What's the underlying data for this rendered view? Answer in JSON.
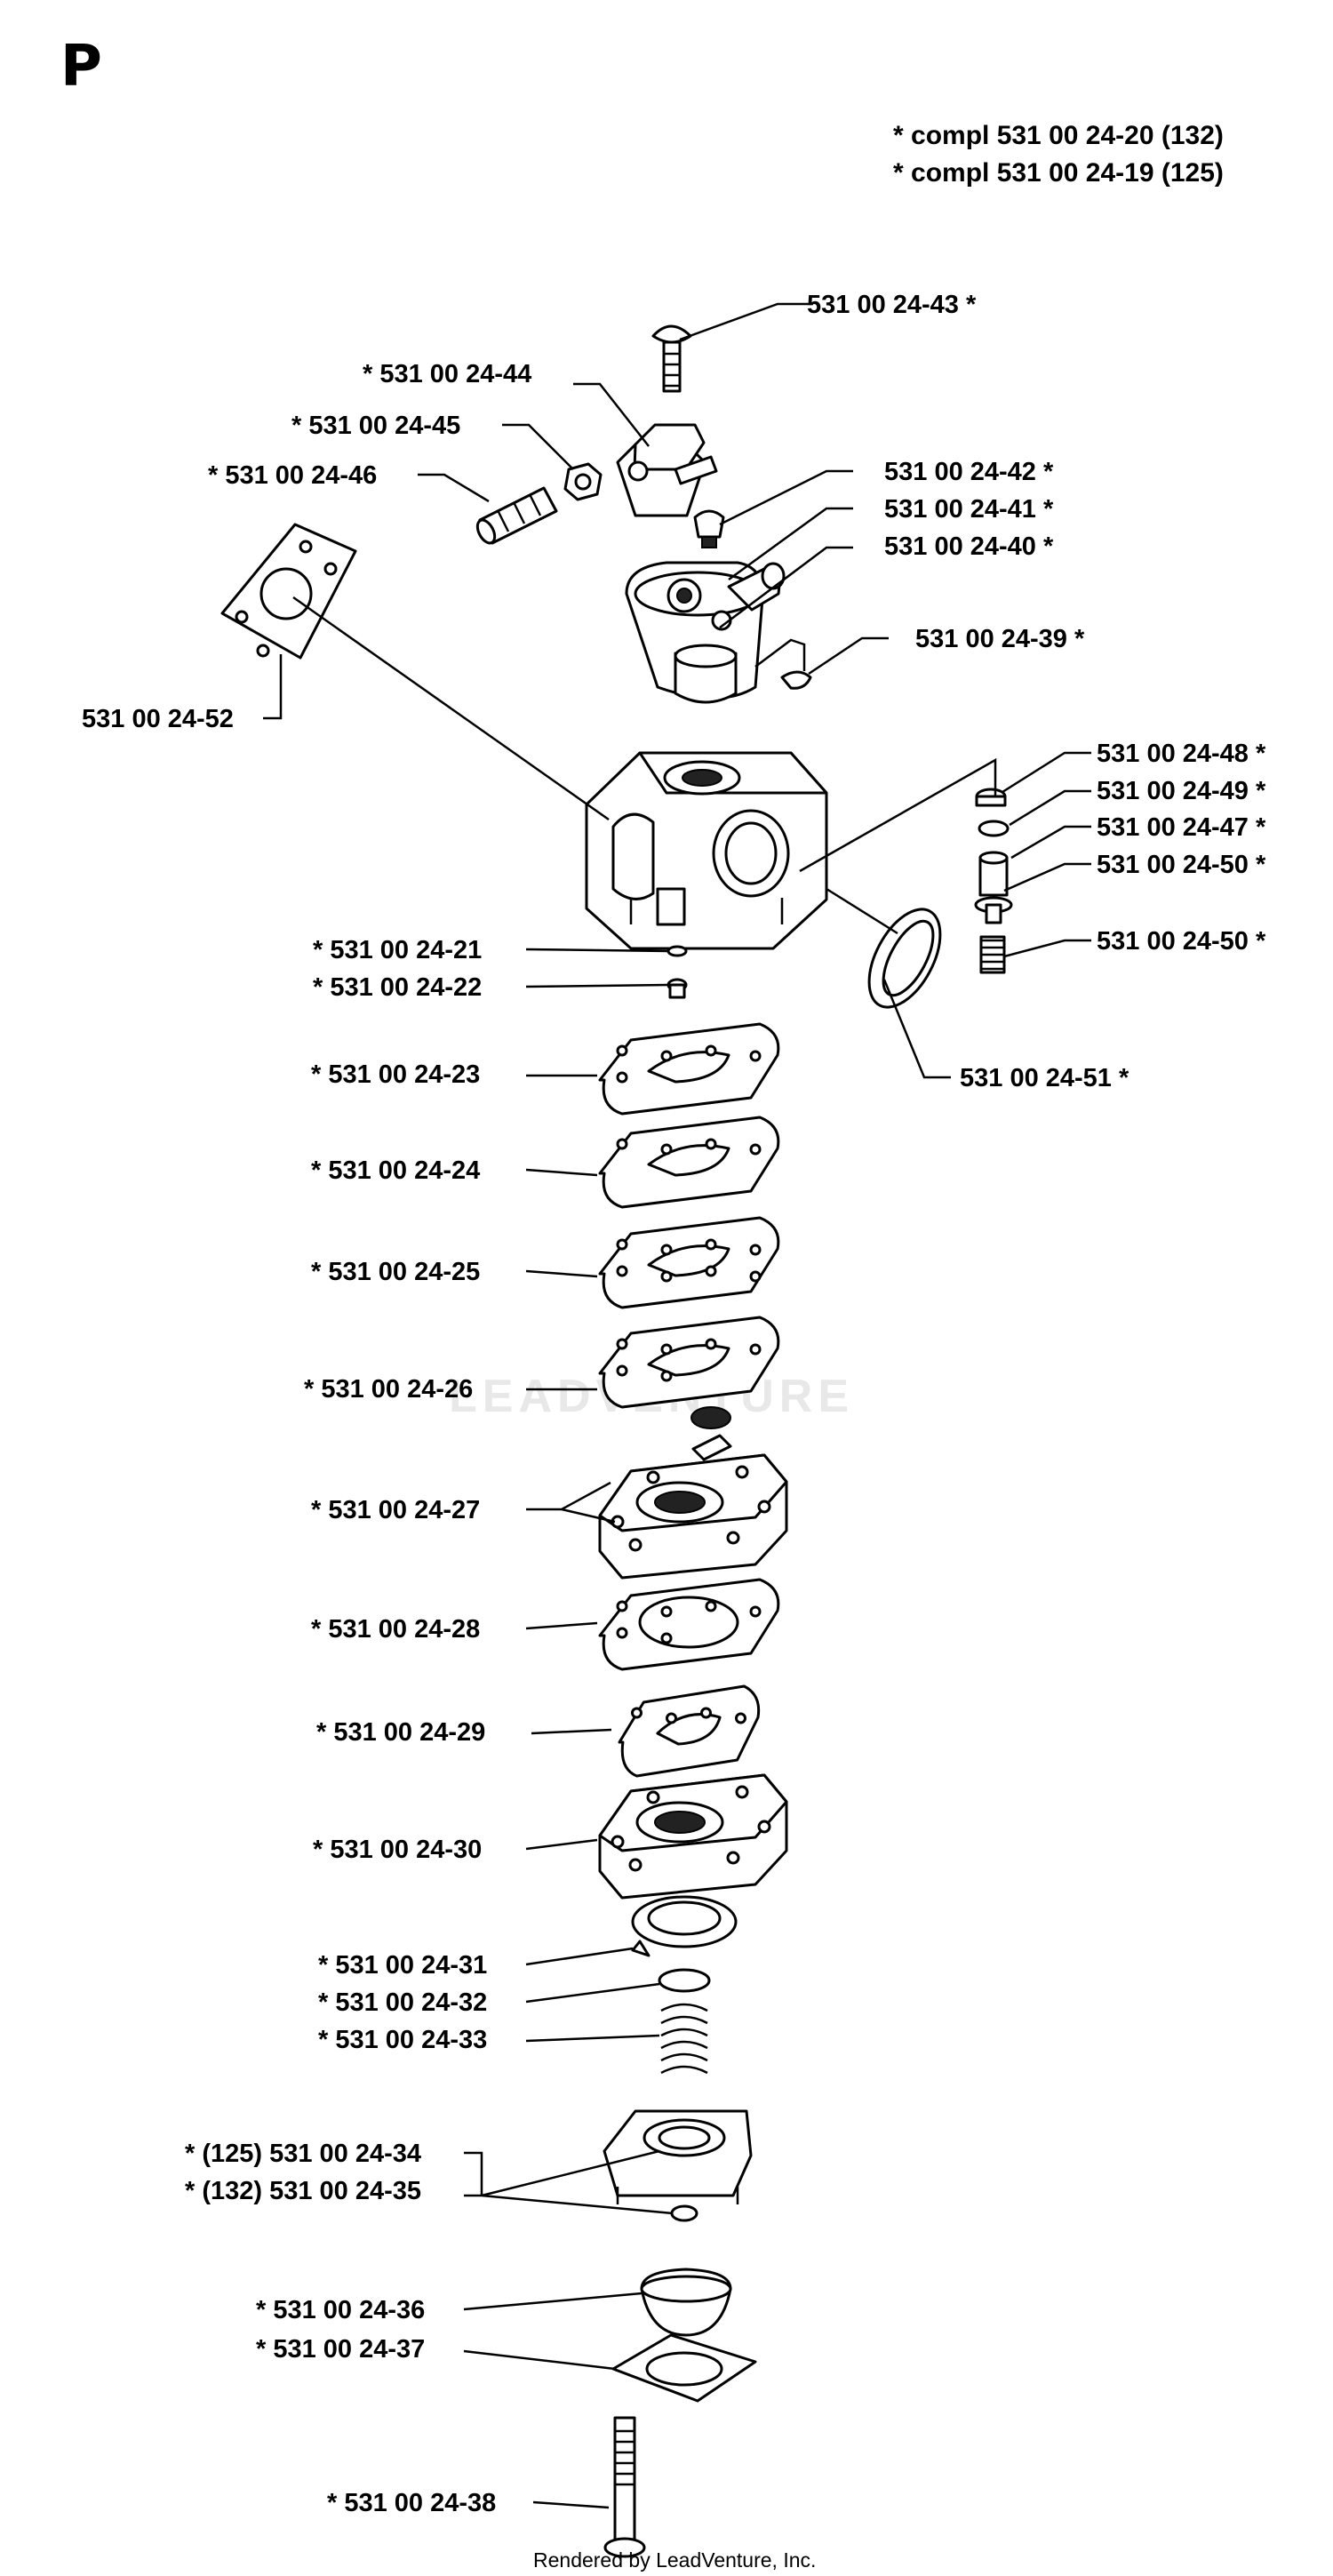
{
  "diagram": {
    "section_letter": "P",
    "compl_notes": [
      "*  compl 531 00 24-20 (132)",
      "*  compl 531 00 24-19 (125)"
    ],
    "watermark": "LEADVENTURE",
    "footer": "Rendered by LeadVenture, Inc.",
    "labels": {
      "p43": "531 00 24-43  *",
      "p44": "*  531 00 24-44",
      "p45": "*  531 00 24-45",
      "p46": "*  531 00 24-46",
      "p42": "531 00 24-42  *",
      "p41": "531 00 24-41  *",
      "p40": "531 00 24-40  *",
      "p39": "531 00 24-39  *",
      "p52": "531 00 24-52",
      "p48": "531 00 24-48  *",
      "p49": "531 00 24-49  *",
      "p47": "531 00 24-47  *",
      "p50a": "531 00 24-50  *",
      "p50b": "531 00 24-50  *",
      "p51": "531 00 24-51  *",
      "p21": "*  531 00 24-21",
      "p22": "*  531 00 24-22",
      "p23": "*  531 00 24-23",
      "p24": "*  531 00 24-24",
      "p25": "*  531 00 24-25",
      "p26": "*  531 00 24-26",
      "p27": "*  531 00 24-27",
      "p28": "*  531 00 24-28",
      "p29": "*  531 00 24-29",
      "p30": "*  531 00 24-30",
      "p31": "*  531 00 24-31",
      "p32": "*  531 00 24-32",
      "p33": "*  531 00 24-33",
      "p34": "*  (125) 531 00 24-34",
      "p35": "*  (132) 531 00 24-35",
      "p36": "*  531 00 24-36",
      "p37": "*  531 00 24-37",
      "p38": "*  531 00 24-38"
    }
  }
}
